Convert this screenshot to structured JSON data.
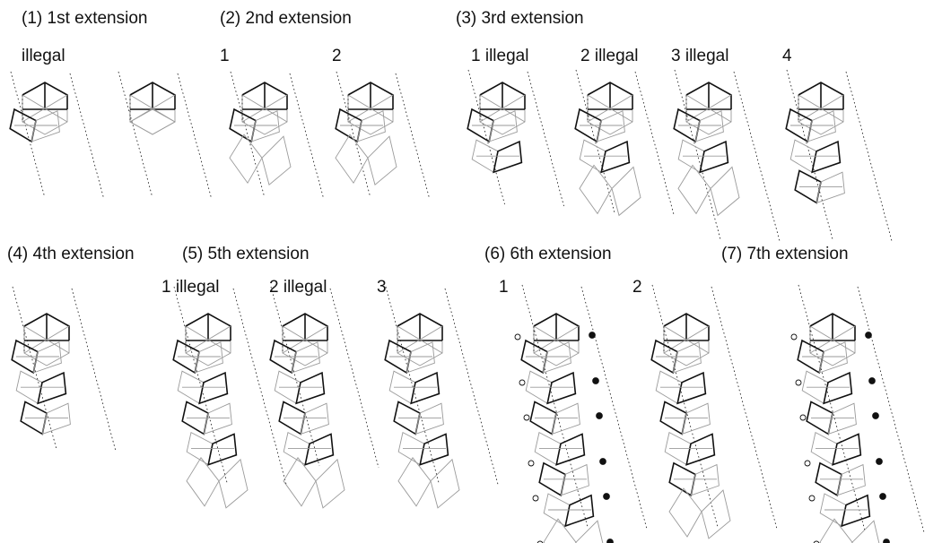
{
  "figure": {
    "sections": [
      {
        "key": "s1",
        "heading": "(1) 1st extension",
        "panels": [
          {
            "label": "illegal"
          },
          {
            "label": ""
          }
        ]
      },
      {
        "key": "s2",
        "heading": "(2) 2nd extension",
        "panels": [
          {
            "label": "1"
          },
          {
            "label": "2"
          }
        ]
      },
      {
        "key": "s3",
        "heading": "(3) 3rd extension",
        "panels": [
          {
            "label": "1 illegal"
          },
          {
            "label": "2 illegal"
          },
          {
            "label": "3 illegal"
          },
          {
            "label": "4"
          }
        ]
      },
      {
        "key": "s4",
        "heading": "(4) 4th extension",
        "panels": [
          {
            "label": ""
          }
        ]
      },
      {
        "key": "s5",
        "heading": "(5) 5th extension",
        "panels": [
          {
            "label": "1 illegal"
          },
          {
            "label": "2 illegal"
          },
          {
            "label": "3"
          }
        ]
      },
      {
        "key": "s6",
        "heading": "(6) 6th extension",
        "panels": [
          {
            "label": "1"
          },
          {
            "label": "2"
          }
        ]
      },
      {
        "key": "s7",
        "heading": "(7) 7th extension",
        "panels": [
          {
            "label": ""
          }
        ]
      }
    ],
    "colors": {
      "line": "#111111",
      "gray": "#9a9a9a",
      "text": "#111111"
    }
  }
}
